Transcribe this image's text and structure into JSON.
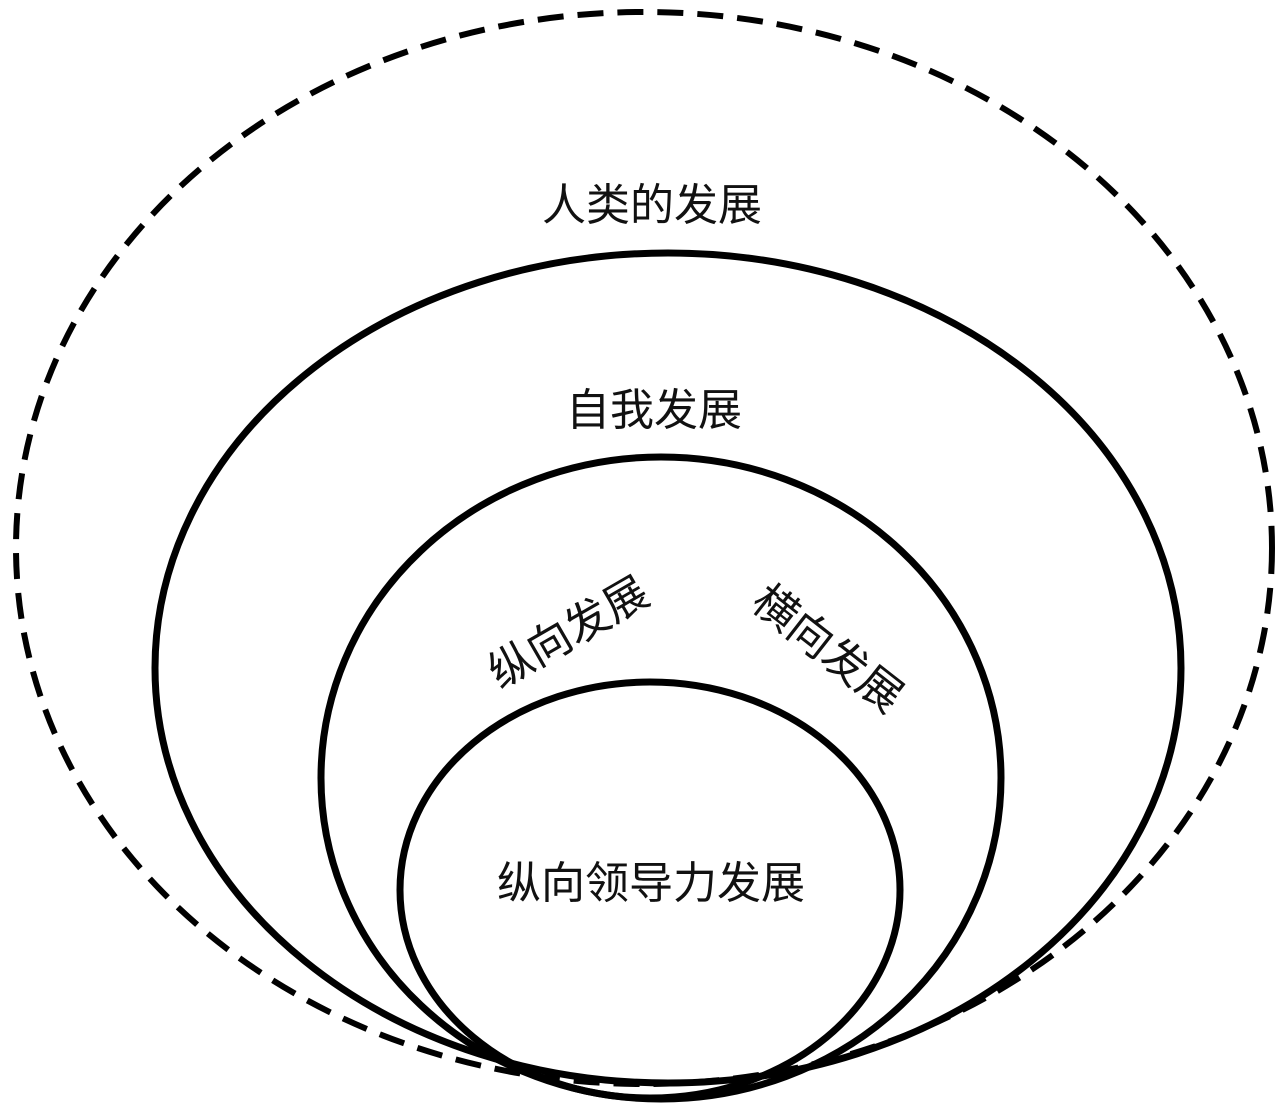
{
  "labels": {
    "human_development": "人类的发展",
    "self_development": "自我发展",
    "vertical_development": "纵向发展",
    "horizontal_development": "横向发展",
    "vertical_leadership_development": "纵向领导力发展"
  }
}
